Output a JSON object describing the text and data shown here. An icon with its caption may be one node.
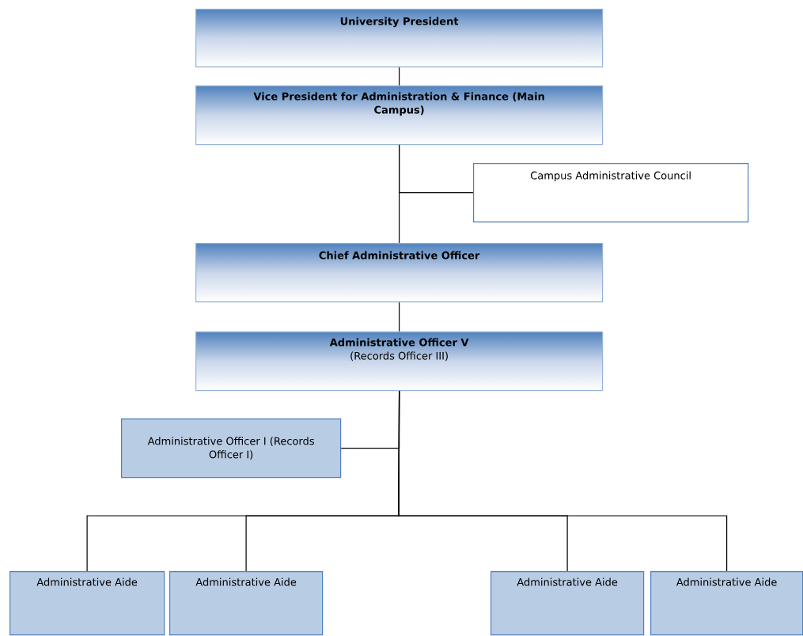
{
  "diagram": {
    "nodes": [
      {
        "text": [
          "University President"
        ]
      },
      {
        "text": [
          "Vice President for Administration & Finance (Main Campus)"
        ]
      },
      {
        "text": [
          "Campus Administrative Council"
        ]
      },
      {
        "text": [
          "Chief Administrative Officer"
        ]
      },
      {
        "text": [
          "Administrative Officer V",
          "(Records Officer III)"
        ]
      },
      {
        "text": [
          "Administrative Officer I (Records Officer I)"
        ]
      },
      {
        "text": [
          "Administrative Aide"
        ]
      },
      {
        "text": [
          "Administrative Aide"
        ]
      },
      {
        "text": [
          "Administrative Aide"
        ]
      },
      {
        "text": [
          "Administrative Aide"
        ]
      }
    ],
    "edges": [
      {
        "from": 0,
        "to": 1,
        "arrow": "none"
      },
      {
        "from": 1,
        "to": 2,
        "arrow": "none"
      },
      {
        "from": 1,
        "to": 3,
        "arrow": "none"
      },
      {
        "from": 3,
        "to": 4,
        "arrow": "none"
      },
      {
        "from": 4,
        "to": 5,
        "arrow": "none"
      },
      {
        "from": 4,
        "to": 6,
        "arrow": "none"
      },
      {
        "from": 4,
        "to": 7,
        "arrow": "none"
      },
      {
        "from": 4,
        "to": 8,
        "arrow": "none"
      },
      {
        "from": 4,
        "to": 9,
        "arrow": "none"
      }
    ]
  }
}
